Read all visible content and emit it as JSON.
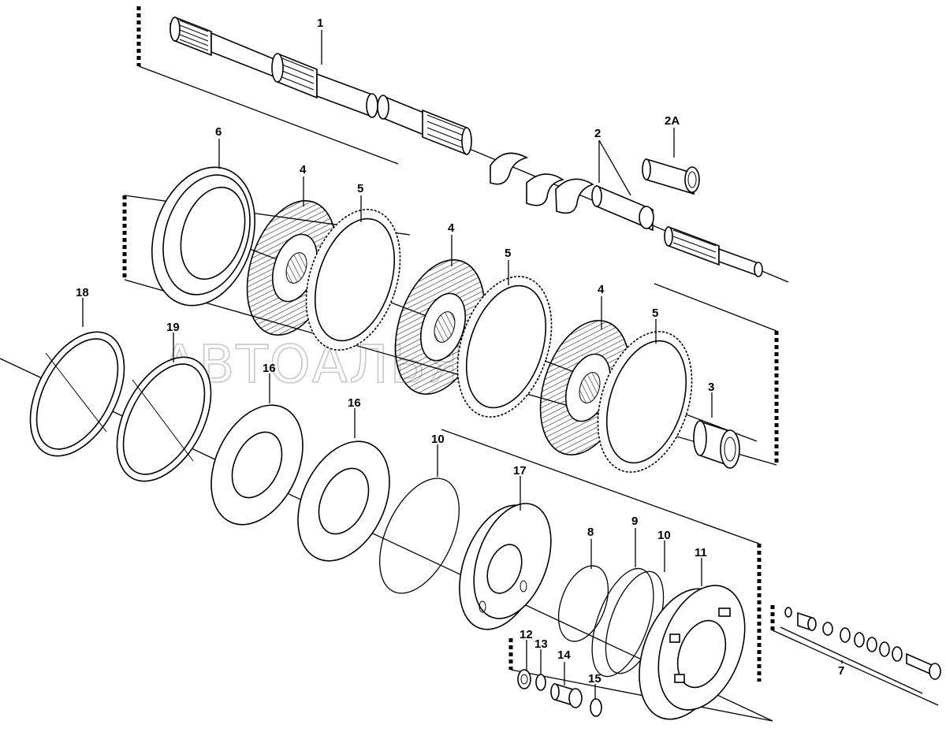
{
  "watermark": "АВТОАЛЬЯНС",
  "callouts": [
    "1",
    "2",
    "2A",
    "3",
    "4",
    "4",
    "4",
    "5",
    "5",
    "5",
    "6",
    "7",
    "8",
    "9",
    "10",
    "10",
    "11",
    "12",
    "13",
    "14",
    "15",
    "16",
    "16",
    "17",
    "18",
    "19"
  ]
}
